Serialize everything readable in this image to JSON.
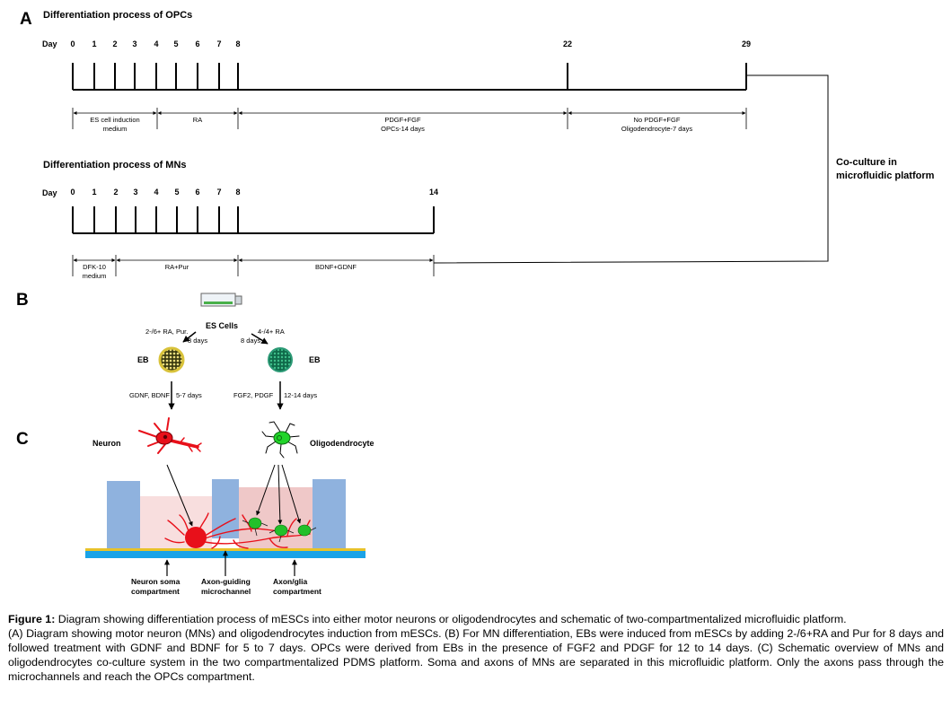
{
  "panel_a": {
    "letter": "A",
    "opc_title": "Differentiation process of OPCs",
    "mn_title": "Differentiation process of MNs",
    "day_label": "Day",
    "opc_ticks": [
      "0",
      "1",
      "2",
      "3",
      "4",
      "5",
      "6",
      "7",
      "8",
      "22",
      "29"
    ],
    "mn_ticks": [
      "0",
      "1",
      "2",
      "3",
      "4",
      "5",
      "6",
      "7",
      "8",
      "14"
    ],
    "opc_stages": [
      {
        "lines": [
          "ES cell induction",
          "medium"
        ]
      },
      {
        "lines": [
          "RA"
        ]
      },
      {
        "lines": [
          "PDGF+FGF",
          "OPCs-14 days"
        ]
      },
      {
        "lines": [
          "No PDGF+FGF",
          "Oligodendrocyte-7 days"
        ]
      }
    ],
    "mn_stages": [
      {
        "lines": [
          "DFK-10",
          "medium"
        ]
      },
      {
        "lines": [
          "RA+Pur"
        ]
      },
      {
        "lines": [
          "BDNF+GDNF"
        ]
      }
    ],
    "coculture": [
      "Co-culture in",
      "microfluidic platform"
    ]
  },
  "panel_b": {
    "letter": "B",
    "es_cells": "ES Cells",
    "left_arrow": [
      "2-/6+ RA, Pur.",
      "8 days"
    ],
    "right_arrow": [
      "4-/4+ RA",
      "8 days"
    ],
    "eb_left": "EB",
    "eb_right": "EB",
    "left_treat": "GDNF, BDNF",
    "left_days": "5-7 days",
    "right_treat": "FGF2, PDGF",
    "right_days": "12-14 days",
    "neuron": "Neuron",
    "oligo": "Oligodendrocyte"
  },
  "panel_c": {
    "letter": "C",
    "labels": [
      [
        "Neuron soma",
        "compartment"
      ],
      [
        "Axon-guiding",
        "microchannel"
      ],
      [
        "Axon/glia",
        "compartment"
      ]
    ]
  },
  "caption": {
    "label": "Figure 1:",
    "title": " Diagram showing differentiation process of mESCs into either motor neurons or oligodendrocytes and schematic of two-compartmentalized microfluidic platform.",
    "body": "(A) Diagram showing motor neuron (MNs) and oligodendrocytes induction from mESCs. (B) For MN differentiation, EBs were induced from mESCs by adding 2-/6+RA and Pur for 8 days and followed treatment with GDNF and BDNF for 5 to 7 days. OPCs were derived from EBs in the presence of FGF2 and PDGF for 12 to 14 days. (C) Schematic overview of MNs and oligodendrocytes co-culture system in the two compartmentalized PDMS platform. Soma and axons of MNs are separated in this microfluidic platform. Only the axons pass through the microchannels and reach the OPCs compartment."
  },
  "colors": {
    "neuron": "#e8101a",
    "oligo": "#22c02a",
    "pillar": "#8fb2de",
    "base": "#1aa3e8",
    "gold": "#e8c22a",
    "pink_left": "#f8dede",
    "pink_right": "#efc8c8"
  }
}
